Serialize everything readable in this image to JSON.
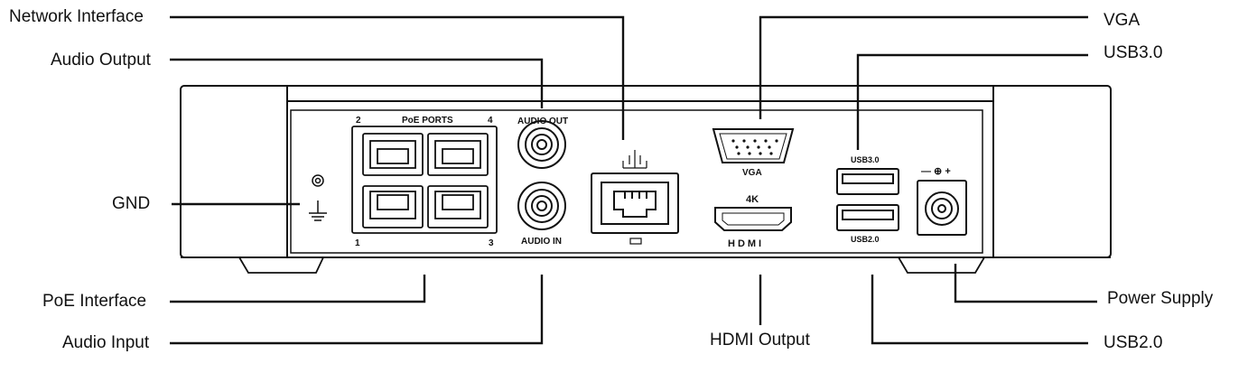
{
  "callouts": {
    "network_interface": "Network Interface",
    "audio_output": "Audio Output",
    "gnd": "GND",
    "poe_interface": "PoE Interface",
    "audio_input": "Audio Input",
    "hdmi_output": "HDMI Output",
    "vga": "VGA",
    "usb30": "USB3.0",
    "power_supply": "Power Supply",
    "usb20": "USB2.0"
  },
  "panel_labels": {
    "poe_ports": "PoE PORTS",
    "port_2": "2",
    "port_4": "4",
    "port_1": "1",
    "port_3": "3",
    "audio_out": "AUDIO OUT",
    "audio_in": "AUDIO IN",
    "vga": "VGA",
    "hdmi_4k": "4K",
    "hdmi_logo": "HDMI",
    "usb30": "USB3.0",
    "usb20": "USB2.0",
    "power_polarity": "— ⊕ +"
  },
  "colors": {
    "line": "#111111",
    "background": "#ffffff"
  }
}
